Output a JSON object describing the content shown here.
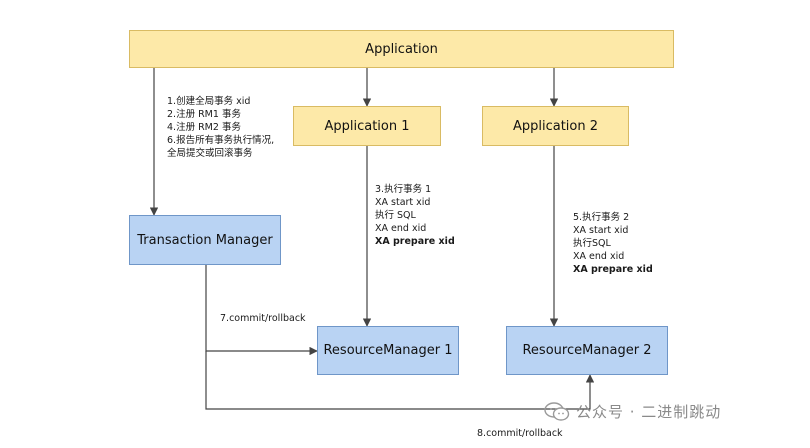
{
  "nodes": {
    "application": "Application",
    "app1": "Application 1",
    "app2": "Application 2",
    "tm": "Transaction Manager",
    "rm1": "ResourceManager 1",
    "rm2": "ResourceManager 2"
  },
  "notes": {
    "tm_steps": [
      "1.创建全局事务 xid",
      "2.注册 RM1 事务",
      "4.注册 RM2 事务",
      "6.报告所有事务执行情况,",
      "全局提交或回滚事务"
    ],
    "app1_steps": [
      "3.执行事务 1",
      "XA start xid",
      "执行 SQL",
      "XA end xid",
      "XA prepare xid"
    ],
    "app2_steps": [
      "5.执行事务 2",
      "XA start xid",
      "执行SQL",
      "XA end xid",
      "XA prepare xid"
    ]
  },
  "edge_labels": {
    "commit7": "7.commit/rollback",
    "commit8": "8.commit/rollback"
  },
  "watermark": {
    "text": "公众号 · 二进制跳动",
    "icon": "wechat-icon"
  },
  "colors": {
    "yellow_fill": "#fde9a8",
    "yellow_border": "#d9bb63",
    "blue_fill": "#b9d3f3",
    "blue_border": "#6f96c8",
    "arrow": "#444444"
  }
}
